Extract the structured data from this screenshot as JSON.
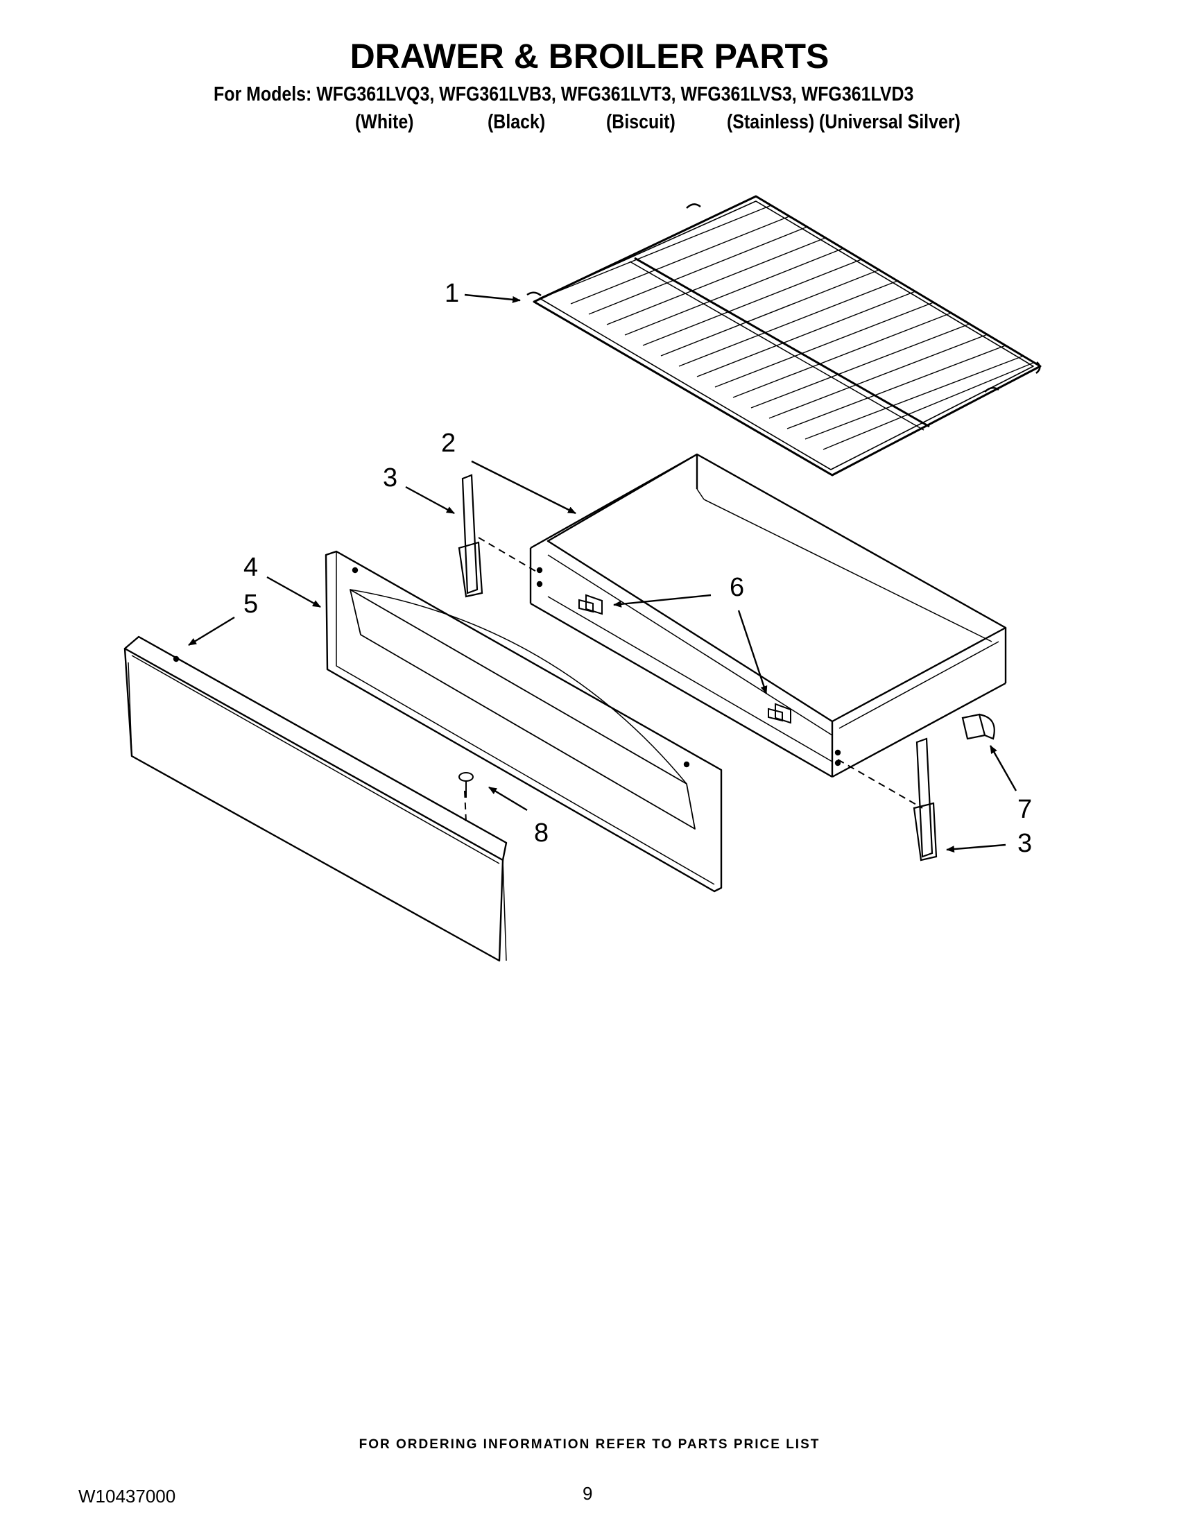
{
  "header": {
    "title": "DRAWER & BROILER PARTS",
    "models_line": "For Models: WFG361LVQ3, WFG361LVB3, WFG361LVT3, WFG361LVS3, WFG361LVD3",
    "colors": [
      "(White)",
      "(Black)",
      "(Biscuit)",
      "(Stainless) (Universal Silver)"
    ]
  },
  "callouts": {
    "c1": "1",
    "c2": "2",
    "c3a": "3",
    "c3b": "3",
    "c4": "4",
    "c5": "5",
    "c6": "6",
    "c7": "7",
    "c8": "8"
  },
  "footer": {
    "note": "FOR ORDERING INFORMATION REFER TO PARTS PRICE LIST",
    "doc_number": "W10437000",
    "page_number": "9"
  }
}
